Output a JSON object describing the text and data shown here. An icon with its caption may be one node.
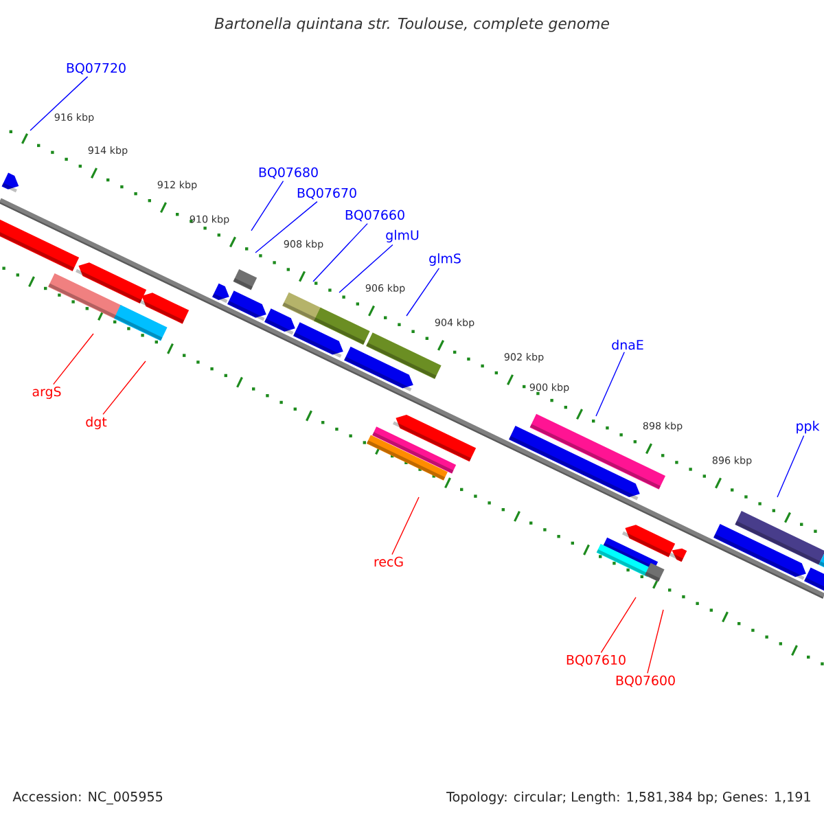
{
  "diagram": {
    "title": "Bartonella quintana str. Toulouse, complete genome",
    "nodes": [
      {
        "text": [
          "BQ07720"
        ]
      },
      {
        "text": [
          "BQ07680"
        ]
      },
      {
        "text": [
          "BQ07670"
        ]
      },
      {
        "text": [
          "BQ07660"
        ]
      },
      {
        "text": [
          "glmU"
        ]
      },
      {
        "text": [
          "glmS"
        ]
      },
      {
        "text": [
          "dnaE"
        ]
      },
      {
        "text": [
          "argS"
        ]
      },
      {
        "text": [
          "dgt"
        ]
      },
      {
        "text": [
          "ppk"
        ]
      },
      {
        "text": [
          "recG"
        ]
      },
      {
        "text": [
          "BQ07610"
        ]
      },
      {
        "text": [
          "BQ07600"
        ]
      }
    ],
    "edges": [
      {
        "from": 0,
        "to": null,
        "arrow": "none"
      },
      {
        "from": 1,
        "to": null,
        "arrow": "none"
      },
      {
        "from": 2,
        "to": null,
        "arrow": "none"
      },
      {
        "from": 3,
        "to": null,
        "arrow": "none"
      },
      {
        "from": 4,
        "to": null,
        "arrow": "none"
      },
      {
        "from": 5,
        "to": null,
        "arrow": "none"
      },
      {
        "from": 6,
        "to": null,
        "arrow": "none"
      },
      {
        "from": 7,
        "to": null,
        "arrow": "none",
        "color": "#ff0000"
      },
      {
        "from": 8,
        "to": null,
        "arrow": "none",
        "color": "#ff0000"
      },
      {
        "from": 9,
        "to": null,
        "arrow": "none"
      },
      {
        "from": 10,
        "to": null,
        "arrow": "none",
        "color": "#ff0000"
      },
      {
        "from": 11,
        "to": null,
        "arrow": "none",
        "color": "#ff0000"
      },
      {
        "from": 12,
        "to": null,
        "arrow": "none",
        "color": "#ff0000"
      }
    ],
    "labels": [
      "916 kbp",
      "914 kbp",
      "912 kbp",
      "910 kbp",
      "908 kbp",
      "906 kbp",
      "904 kbp",
      "902 kbp",
      "900 kbp",
      "898 kbp",
      "896 kbp",
      "Accession: NC_005955",
      "Topology: circular; Length: 1,581,384 bp; Genes: 1,191"
    ]
  }
}
